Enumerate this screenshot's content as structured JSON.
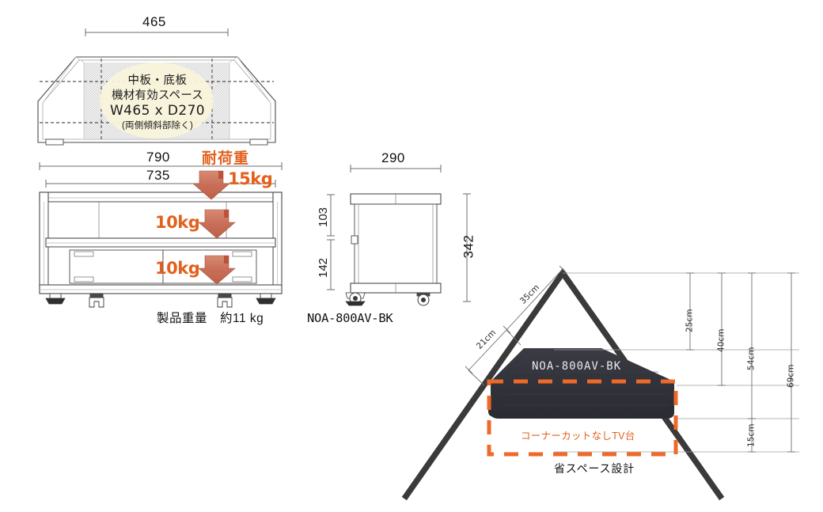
{
  "document": {
    "type": "product-dimension-drawing",
    "model": "NOA-800AV-BK"
  },
  "colors": {
    "orange": "#E2611E",
    "dashed_orange": "#EF6A29",
    "arrow_fill": "#C9705A",
    "arrow_light": "#D8856E",
    "unit_dark": "#34343C",
    "wall_dark": "#3A3A3A",
    "callout_fill": "#FAF4DC",
    "line_gray": "#6E6E6E"
  },
  "top_view": {
    "name": "top-view",
    "width_dim": "465",
    "callout": {
      "line1": "中板・底板",
      "line2": "機材有効スペース",
      "line3": "W465 x D270",
      "line4": "(両側傾斜部除く)"
    }
  },
  "front_view": {
    "name": "front-view",
    "outer_width_dim": "790",
    "inner_width_dim": "735",
    "load_title": "耐荷重",
    "loads": [
      {
        "label": "15kg",
        "tier": "top"
      },
      {
        "label": "10kg",
        "tier": "middle"
      },
      {
        "label": "10kg",
        "tier": "bottom"
      }
    ],
    "weight_label": "製品重量",
    "weight_value": "約11 kg"
  },
  "side_view": {
    "name": "side-view",
    "depth_dim": "290",
    "height_dim": "342",
    "upper_gap_dim": "103",
    "lower_gap_dim": "142",
    "model_label": "NOA-800AV-BK"
  },
  "corner_view": {
    "name": "corner-layout-view",
    "unit_label": "NOA-800AV-BK",
    "diagonal_dims": [
      {
        "label": "35cm"
      },
      {
        "label": "21cm"
      }
    ],
    "vertical_dims": [
      {
        "label": "25cm"
      },
      {
        "label": "40cm"
      },
      {
        "label": "54cm"
      },
      {
        "label": "69cm"
      },
      {
        "label": "15cm"
      }
    ],
    "comparison_label": "コーナーカットなしTV台",
    "caption": "省スペース設計"
  }
}
